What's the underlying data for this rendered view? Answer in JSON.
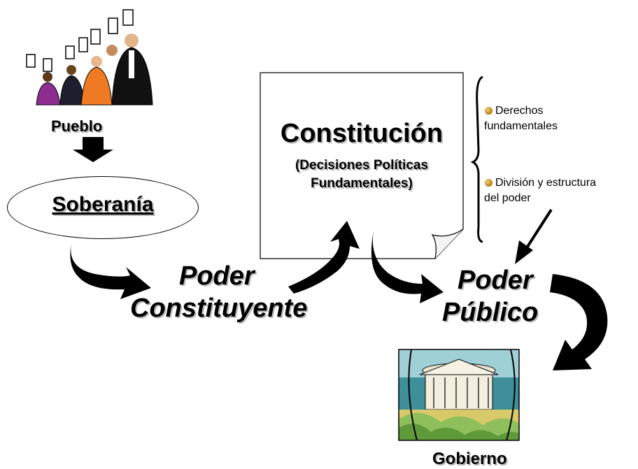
{
  "pueblo": {
    "label": "Pueblo"
  },
  "soberania": {
    "label": "Soberanía"
  },
  "constitucion": {
    "title": "Constitución",
    "subtitle_line1": "(Decisiones Políticas",
    "subtitle_line2": "Fundamentales)"
  },
  "bullets": [
    {
      "line1": "Derechos",
      "line2": "fundamentales"
    },
    {
      "line1": "División y estructura",
      "line2": "del poder"
    }
  ],
  "poder_constituyente": {
    "line1": "Poder",
    "line2": "Constituyente"
  },
  "poder_publico": {
    "line1": "Poder",
    "line2": "Público"
  },
  "gobierno": {
    "label": "Gobierno"
  }
}
